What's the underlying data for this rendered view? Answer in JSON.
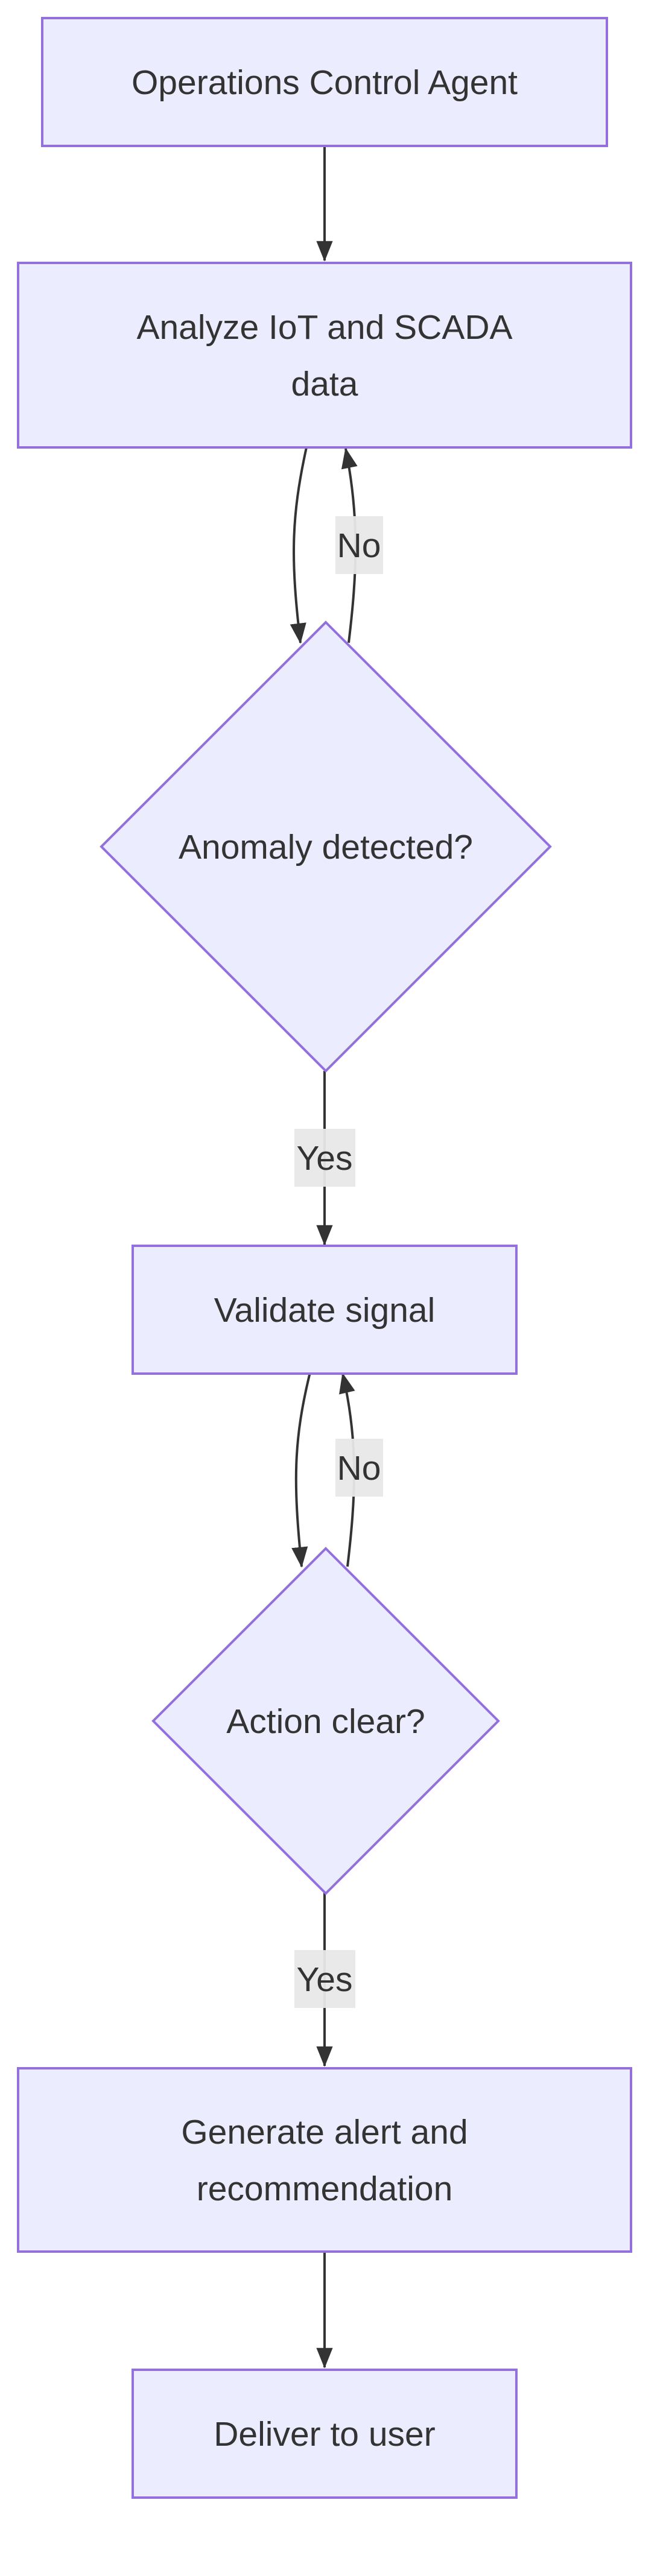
{
  "nodes": {
    "start": {
      "lines": [
        "Operations Control Agent"
      ]
    },
    "analyze": {
      "lines": [
        "Analyze IoT and SCADA",
        "data"
      ]
    },
    "anomaly": {
      "lines": [
        "Anomaly detected?"
      ]
    },
    "validate": {
      "lines": [
        "Validate signal"
      ]
    },
    "action": {
      "lines": [
        "Action clear?"
      ]
    },
    "generate": {
      "lines": [
        "Generate alert and",
        "recommendation"
      ]
    },
    "deliver": {
      "lines": [
        "Deliver to user"
      ]
    }
  },
  "edges": {
    "anomaly_no": "No",
    "anomaly_yes": "Yes",
    "action_no": "No",
    "action_yes": "Yes"
  },
  "colors": {
    "node_fill": "#ececff",
    "node_stroke": "#9370db",
    "edge": "#333333",
    "label_bg": "#e8e8e8",
    "text": "#333333"
  }
}
